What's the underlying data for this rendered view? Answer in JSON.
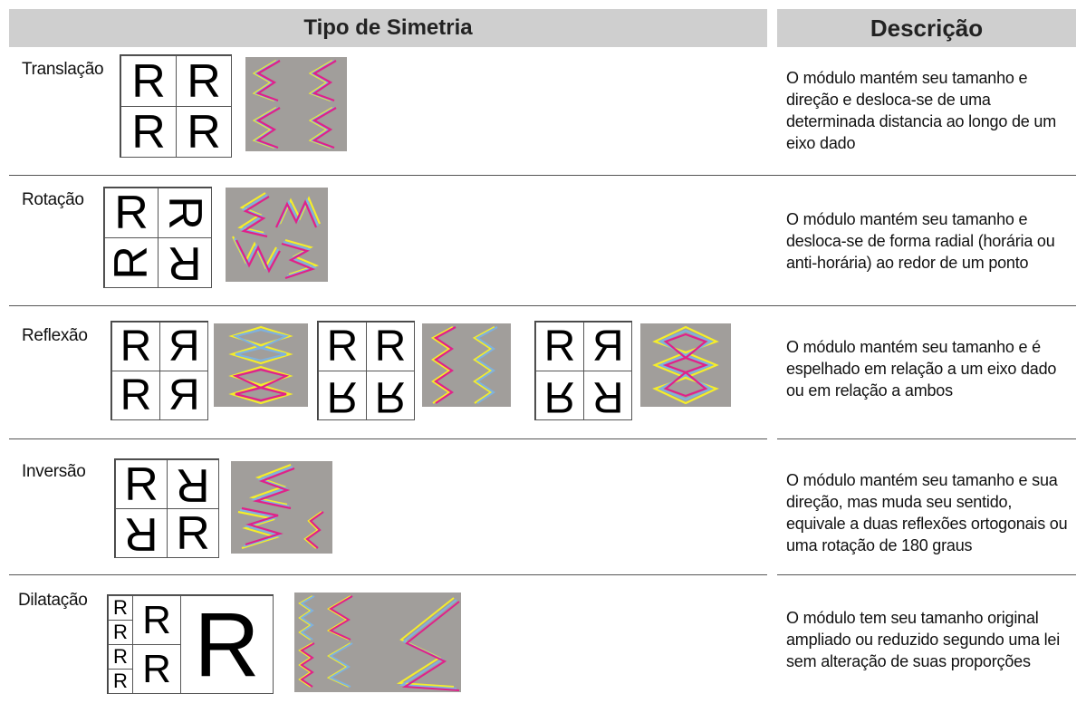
{
  "header": {
    "type_title": "Tipo de Simetria",
    "desc_title": "Descrição"
  },
  "letter": "R",
  "colors": {
    "header_bg": "#cfcfcf",
    "tile_bg": "#a19e9b",
    "zigzag": [
      "#f5ed2a",
      "#7fb2df",
      "#e0218a"
    ]
  },
  "rows": [
    {
      "name": "translacao",
      "label": "Translação",
      "description": "O módulo mantém seu tamanho e direção e desloca-se de uma determinada distancia ao longo de um eixo dado"
    },
    {
      "name": "rotacao",
      "label": "Rotação",
      "description": "O módulo mantém seu tamanho e desloca-se de forma radial (horária ou anti-horária) ao redor de um ponto"
    },
    {
      "name": "reflexao",
      "label": "Reflexão",
      "description": "O módulo mantém seu tamanho e é espelhado em relação a um eixo dado ou em relação a ambos"
    },
    {
      "name": "inversao",
      "label": "Inversão",
      "description": "O módulo mantém seu tamanho e sua direção, mas muda seu sentido, equivale a duas reflexões ortogonais ou uma rotação de 180 graus"
    },
    {
      "name": "dilatacao",
      "label": "Dilatação",
      "description": "O módulo tem seu tamanho original ampliado ou reduzido segundo uma lei sem alteração de suas proporções"
    }
  ]
}
